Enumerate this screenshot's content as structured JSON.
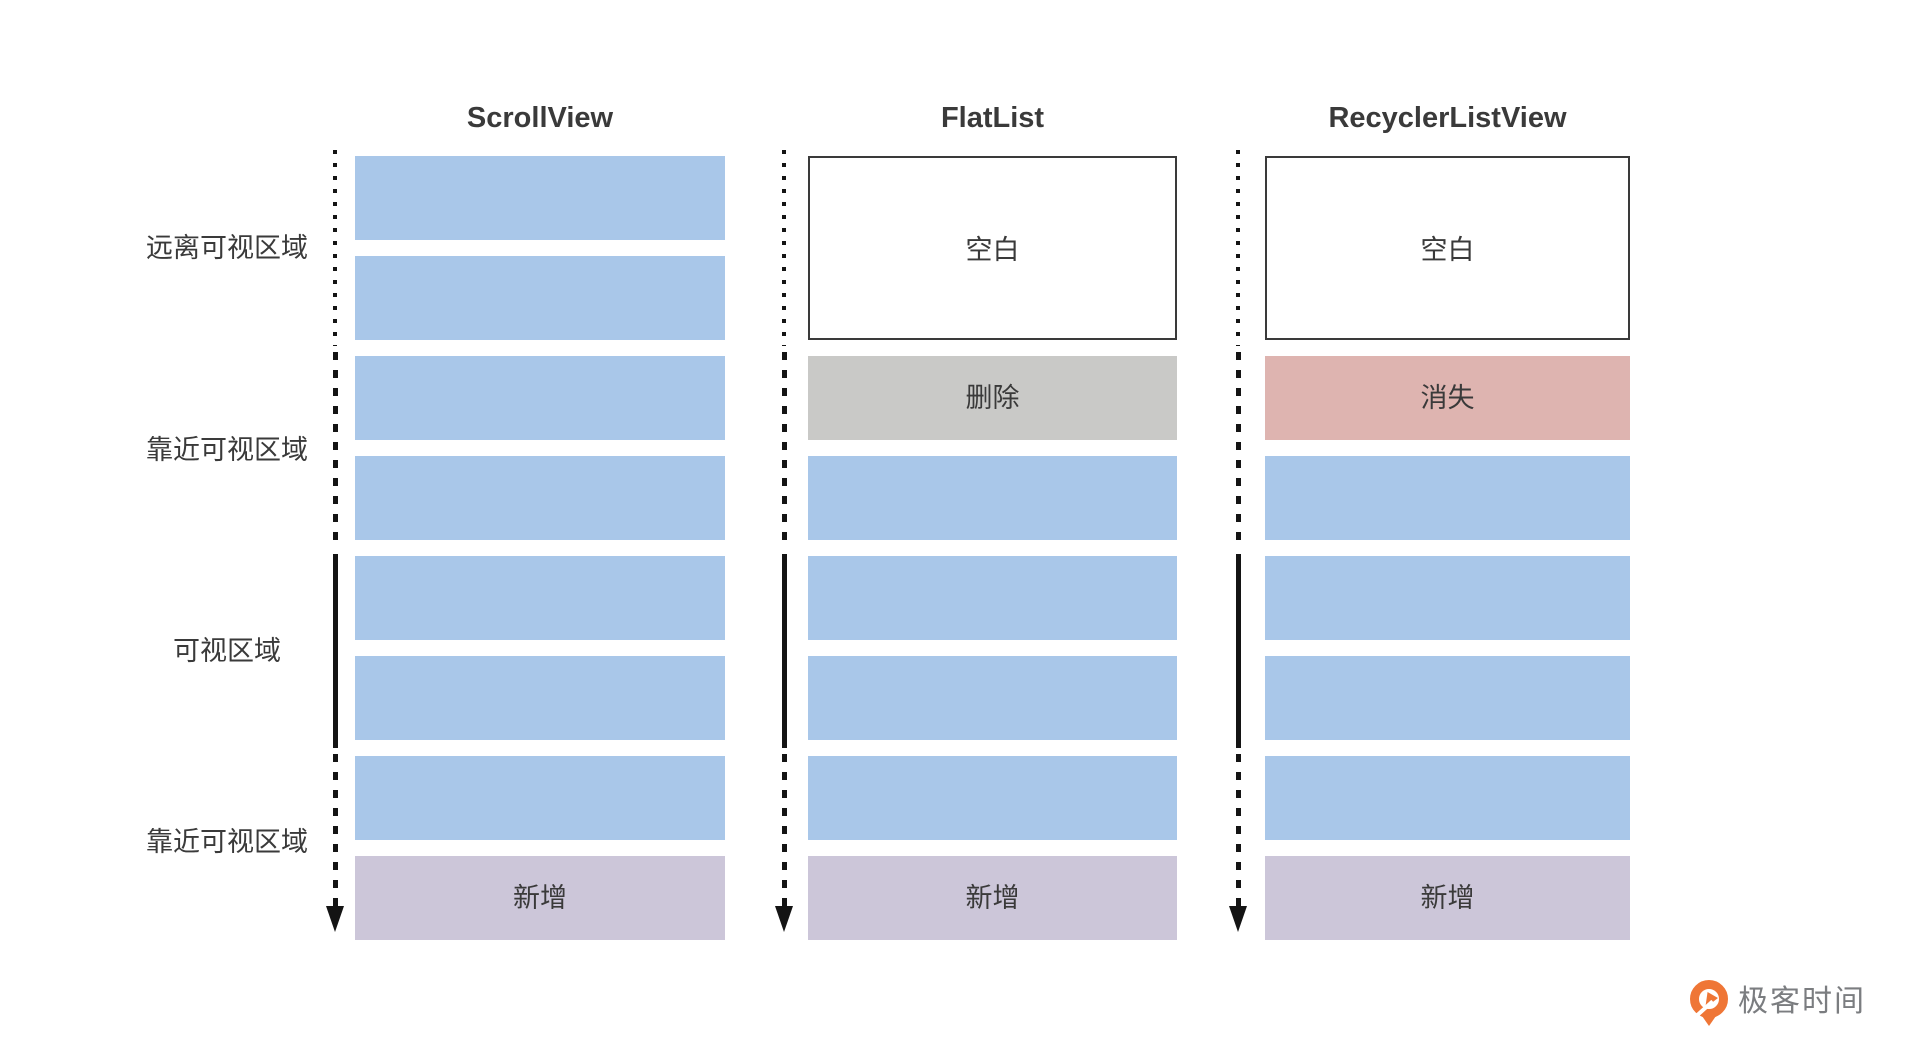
{
  "diagram": {
    "columns": [
      {
        "title": "ScrollView",
        "rows": [
          {
            "kind": "item"
          },
          {
            "kind": "item"
          },
          {
            "kind": "item"
          },
          {
            "kind": "item"
          },
          {
            "kind": "item"
          },
          {
            "kind": "item"
          },
          {
            "kind": "item"
          },
          {
            "kind": "added",
            "label": "新增"
          }
        ]
      },
      {
        "title": "FlatList",
        "rows": [
          {
            "kind": "blank",
            "label": "空白",
            "rowspan": 2
          },
          {
            "kind": "removed",
            "label": "删除"
          },
          {
            "kind": "item"
          },
          {
            "kind": "item"
          },
          {
            "kind": "item"
          },
          {
            "kind": "item"
          },
          {
            "kind": "added",
            "label": "新增"
          }
        ]
      },
      {
        "title": "RecyclerListView",
        "rows": [
          {
            "kind": "blank",
            "label": "空白",
            "rowspan": 2
          },
          {
            "kind": "vanished",
            "label": "消失"
          },
          {
            "kind": "item"
          },
          {
            "kind": "item"
          },
          {
            "kind": "item"
          },
          {
            "kind": "item"
          },
          {
            "kind": "added",
            "label": "新增"
          }
        ]
      }
    ],
    "sections": [
      {
        "label": "远离可视区域",
        "line": "dotted"
      },
      {
        "label": "靠近可视区域",
        "line": "dashed"
      },
      {
        "label": "可视区域",
        "line": "solid"
      },
      {
        "label": "靠近可视区域",
        "line": "dashed-arrow"
      }
    ],
    "colors": {
      "item_blue": "#a9c7e9",
      "removed_gray": "#c9c9c7",
      "vanished_pink": "#deb4b0",
      "added_purple": "#ccc6d9",
      "blank_border": "#3a3a3a",
      "line_black": "#141414",
      "text_dark": "#3a3a3a",
      "logo_orange": "#ef7636",
      "logo_text_gray": "#7b7d80"
    },
    "watermark": {
      "text": "极客时间"
    }
  }
}
